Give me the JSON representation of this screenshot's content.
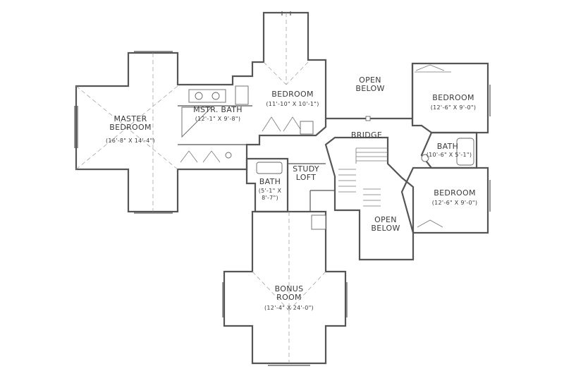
{
  "rooms": {
    "master_bedroom": {
      "name_line1": "MASTER",
      "name_line2": "BEDROOM",
      "dims": "(16'-8\" X 14'-4\")"
    },
    "master_bath": {
      "name": "MSTR. BATH",
      "dims": "(12'-1\" X 9'-8\")"
    },
    "bedroom_center": {
      "name": "BEDROOM",
      "dims": "(11'-10\" X 10'-1\")"
    },
    "open_below_top": {
      "line1": "OPEN",
      "line2": "BELOW"
    },
    "bedroom_ne": {
      "name": "BEDROOM",
      "dims": "(12'-6\" X 9'-0\")"
    },
    "bridge": {
      "name": "BRIDGE"
    },
    "bath_east": {
      "name": "BATH",
      "dims": "(10'-6\" X 5'-1\")"
    },
    "study_loft": {
      "line1": "STUDY",
      "line2": "LOFT"
    },
    "bath_center": {
      "name": "BATH",
      "dims_line1": "(5'-1\" X",
      "dims_line2": "8'-7\")"
    },
    "bedroom_se": {
      "name": "BEDROOM",
      "dims": "(12'-6\" X 9'-0\")"
    },
    "open_below_bottom": {
      "line1": "OPEN",
      "line2": "BELOW"
    },
    "bonus_room": {
      "name_line1": "BONUS",
      "name_line2": "ROOM",
      "dims": "(12'-4\" X 24'-0\")"
    }
  },
  "colors": {
    "wall": "#555555",
    "text": "#3a3a3a",
    "background": "#ffffff"
  }
}
